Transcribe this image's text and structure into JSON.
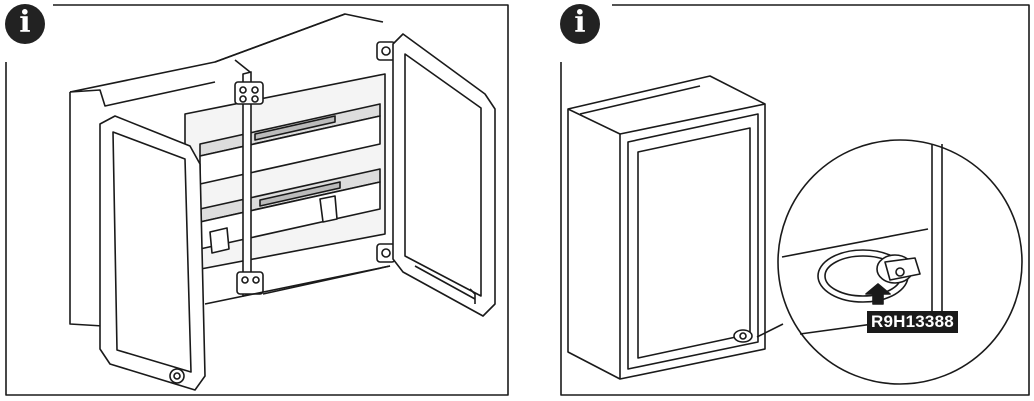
{
  "panels": [
    {
      "id": "left",
      "info_icon": "info-icon",
      "scene": "open-double-door-enclosure"
    },
    {
      "id": "right",
      "info_icon": "info-icon",
      "scene": "closed-enclosure-with-key-lock-detail"
    }
  ],
  "info_glyph": "i",
  "reference_label": "R9H13388",
  "colors": {
    "line": "#1a1a1a",
    "fill": "#ffffff",
    "shade": "#e6e6e6",
    "badge": "#1a1a1a"
  }
}
